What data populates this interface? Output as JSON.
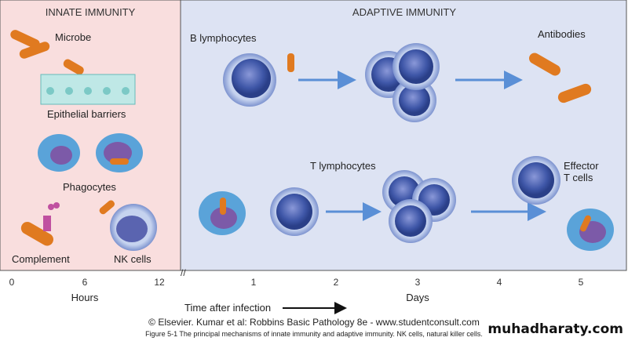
{
  "innate": {
    "title": "INNATE IMMUNITY",
    "labels": {
      "microbe": "Microbe",
      "epithelial": "Epithelial barriers",
      "phagocytes": "Phagocytes",
      "complement": "Complement",
      "nk": "NK cells"
    }
  },
  "adaptive": {
    "title": "ADAPTIVE IMMUNITY",
    "labels": {
      "b": "B lymphocytes",
      "antibodies": "Antibodies",
      "t": "T lymphocytes",
      "effector1": "Effector",
      "effector2": "T cells"
    }
  },
  "axis": {
    "hour_ticks": [
      "0",
      "6",
      "12"
    ],
    "day_ticks": [
      "1",
      "2",
      "3",
      "4",
      "5"
    ],
    "hours_label": "Hours",
    "days_label": "Days",
    "time_label": "Time after infection"
  },
  "credit": "© Elsevier. Kumar et al: Robbins Basic Pathology 8e - www.studentconsult.com",
  "caption": "Figure 5-1 The principal mechanisms of innate immunity and adaptive immunity. NK cells, natural killer cells.",
  "watermark": "muhadharaty.com",
  "colors": {
    "innate_bg": "#f9dede",
    "adaptive_bg": "#dde3f3",
    "cell": "#4a63b0",
    "bacteria": "#e07a20"
  }
}
